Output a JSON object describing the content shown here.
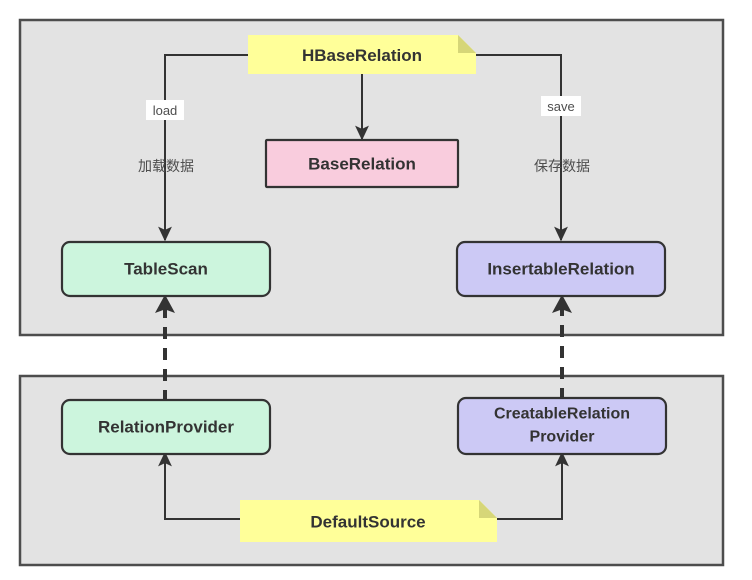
{
  "diagram": {
    "title": "HBaseRelation class relationship diagram",
    "background_color": "#ffffff",
    "containers": [
      {
        "id": "relation-container",
        "label": ""
      },
      {
        "id": "provider-container",
        "label": ""
      }
    ],
    "nodes": [
      {
        "id": "hbase-relation",
        "label": "HBaseRelation",
        "shape": "note",
        "fill": "#ffff99",
        "fold_fill": "#d6d678",
        "text_color": "#333333"
      },
      {
        "id": "base-relation",
        "label": "BaseRelation",
        "shape": "rect",
        "fill": "#f9ccdd",
        "text_color": "#333333"
      },
      {
        "id": "table-scan",
        "label": "TableScan",
        "shape": "rounded-rect",
        "fill": "#ccf5dd",
        "text_color": "#333333"
      },
      {
        "id": "insertable-relation",
        "label": "InsertableRelation",
        "shape": "rounded-rect",
        "fill": "#ccc9f5",
        "text_color": "#333333"
      },
      {
        "id": "relation-provider",
        "label": "RelationProvider",
        "shape": "rounded-rect",
        "fill": "#ccf5dd",
        "text_color": "#333333"
      },
      {
        "id": "creatable-relation-provider",
        "label_line1": "CreatableRelation",
        "label_line2": "Provider",
        "shape": "rounded-rect",
        "fill": "#ccc9f5",
        "text_color": "#333333"
      },
      {
        "id": "default-source",
        "label": "DefaultSource",
        "shape": "note",
        "fill": "#ffff99",
        "fold_fill": "#d6d678",
        "text_color": "#333333"
      }
    ],
    "edges": [
      {
        "id": "edge-load",
        "from": "hbase-relation",
        "to": "table-scan",
        "style": "solid",
        "label": "load",
        "label_has_background": true,
        "sublabel": "加载数据"
      },
      {
        "id": "edge-extends-base",
        "from": "hbase-relation",
        "to": "base-relation",
        "style": "solid",
        "label": "",
        "sublabel": ""
      },
      {
        "id": "edge-save",
        "from": "hbase-relation",
        "to": "insertable-relation",
        "style": "solid",
        "label": "save",
        "label_has_background": true,
        "sublabel": "保存数据"
      },
      {
        "id": "edge-relation-provider-tablescan",
        "from": "relation-provider",
        "to": "table-scan",
        "style": "dashed",
        "label": "",
        "sublabel": ""
      },
      {
        "id": "edge-creatable-insertable",
        "from": "creatable-relation-provider",
        "to": "insertable-relation",
        "style": "dashed",
        "label": "",
        "sublabel": ""
      },
      {
        "id": "edge-defaultsource-relationprovider",
        "from": "default-source",
        "to": "relation-provider",
        "style": "solid",
        "label": "",
        "sublabel": ""
      },
      {
        "id": "edge-defaultsource-creatable",
        "from": "default-source",
        "to": "creatable-relation-provider",
        "style": "solid",
        "label": "",
        "sublabel": ""
      }
    ]
  }
}
